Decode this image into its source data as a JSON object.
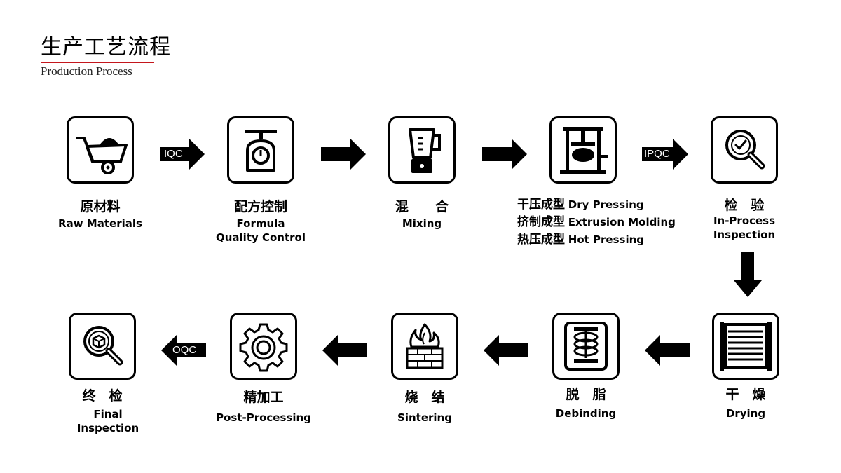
{
  "header": {
    "title_cn": "生产工艺流程",
    "title_en": "Production Process"
  },
  "steps": [
    {
      "cn": "原材料",
      "en": "Raw Materials",
      "icon": "wheelbarrow-icon"
    },
    {
      "cn": "配方控制",
      "en": "Formula\nQuality Control",
      "icon": "scale-icon"
    },
    {
      "cn": "混　　合",
      "en": "Mixing",
      "icon": "blender-icon"
    },
    {
      "forming": [
        {
          "cn": "干压成型",
          "en": "Dry Pressing"
        },
        {
          "cn": "挤制成型",
          "en": "Extrusion Molding"
        },
        {
          "cn": "热压成型",
          "en": "Hot Pressing"
        }
      ],
      "icon": "press-icon"
    },
    {
      "cn": "检　验",
      "en": "In-Process\nInspection",
      "icon": "magnifier-check-icon"
    },
    {
      "cn": "干　燥",
      "en": "Drying",
      "icon": "drying-rack-icon"
    },
    {
      "cn": "脱　脂",
      "en": "Debinding",
      "icon": "spring-icon"
    },
    {
      "cn": "烧　结",
      "en": "Sintering",
      "icon": "fire-brick-icon"
    },
    {
      "cn": "精加工",
      "en": "Post-Processing",
      "icon": "gear-icon"
    },
    {
      "cn": "终　检",
      "en": "Final\nInspection",
      "icon": "magnifier-box-icon"
    }
  ],
  "arrow_labels": {
    "iqc": "IQC",
    "ipqc": "IPQC",
    "oqc": "OQC"
  },
  "colors": {
    "accent_rule": "#c4161c",
    "ink": "#000000"
  }
}
